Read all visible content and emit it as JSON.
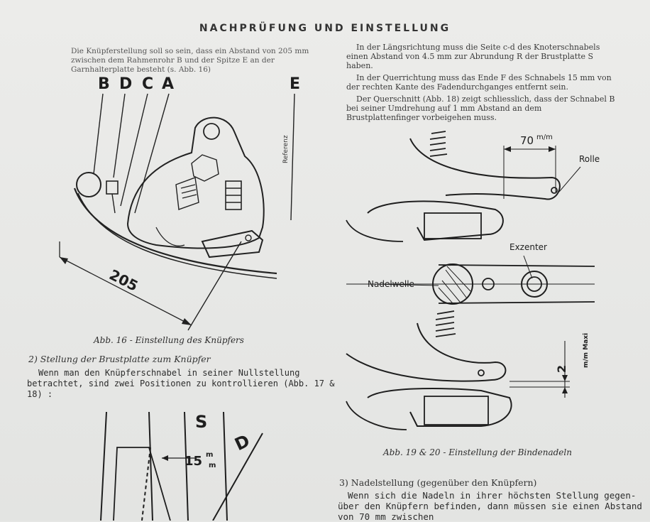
{
  "header": {
    "title": "NACHPRÜFUNG UND EINSTELLUNG"
  },
  "left_intro": {
    "text": "Die Knüpferstellung soll so sein, dass ein Abstand von 205 mm zwischen dem Rahmenrohr B und der Spitze E an der Garnhalterplatte besteht (s. Abb. 16)"
  },
  "right_text": {
    "p1": "In der Längsrichtung muss die Seite c-d des Knoterschnabels einen Abstand von 4.5 mm zur Abrundung R der Brustplatte S haben.",
    "p2": "In der Querrichtung muss das Ende F des Schnabels 15 mm von der rechten Kante des Fadendurchganges entfernt sein.",
    "p3": "Der Querschnitt (Abb. 18) zeigt schliesslich, dass der Schnabel B bei seiner Umdrehung auf 1 mm Abstand an dem Brustplattenfinger vorbeigehen muss."
  },
  "fig16": {
    "labels": [
      "B",
      "D",
      "C",
      "A"
    ],
    "label_e": "E",
    "referenz": "Referenz",
    "dimension": "205",
    "caption": "Abb. 16 - Einstellung des Knüpfers"
  },
  "section2": {
    "heading": "2) Stellung der Brustplatte zum Knüpfer",
    "line1": "Wenn man den Knüpferschnabel in seiner Nullstellung",
    "line2": "betrachtet, sind zwei Positionen zu kontrollieren (Abb. 17 &",
    "line3": "18) :"
  },
  "fig17": {
    "label_s": "S",
    "label_d": "D",
    "dimension": "15",
    "unit_top": "m",
    "unit_bottom": "m"
  },
  "fig19": {
    "dimension": "70",
    "unit": "m/m",
    "rolle": "Rolle",
    "exzenter": "Exzenter",
    "nadelwelle": "Nadelwelle",
    "max_dim": "2",
    "max_unit": "m/m Maxi",
    "caption": "Abb. 19 & 20 - Einstellung der Bindenadeln"
  },
  "section3": {
    "heading": "3) Nadelstellung (gegenüber den Knüpfern)",
    "line1": "Wenn sich die Nadeln in ihrer höchsten Stellung gegen-",
    "line2": "über den Knüpfern befinden, dann müssen sie einen Abstand",
    "line3": "von 70 mm zwischen"
  }
}
